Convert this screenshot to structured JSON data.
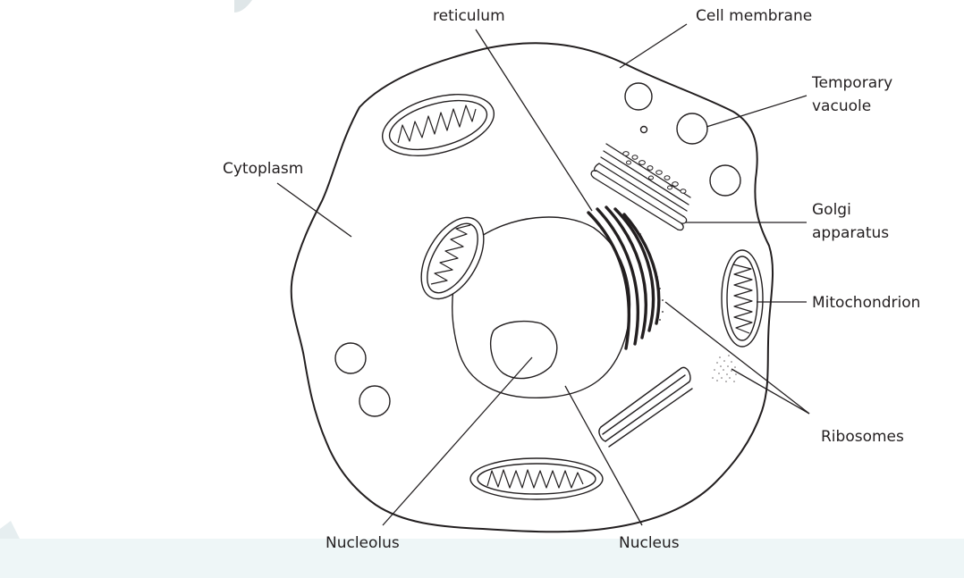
{
  "colors": {
    "ink": "#231f20",
    "footer_band": "#eef6f7",
    "corner_shape": "#dfe6e8"
  },
  "labels": {
    "er": "reticulum",
    "cell_membrane": "Cell membrane",
    "temporary_vacuole_1": "Temporary",
    "temporary_vacuole_2": "vacuole",
    "cytoplasm": "Cytoplasm",
    "golgi_1": "Golgi",
    "golgi_2": "apparatus",
    "mitochondrion": "Mitochondrion",
    "ribosomes": "Ribosomes",
    "nucleolus": "Nucleolus",
    "nucleus": "Nucleus"
  }
}
